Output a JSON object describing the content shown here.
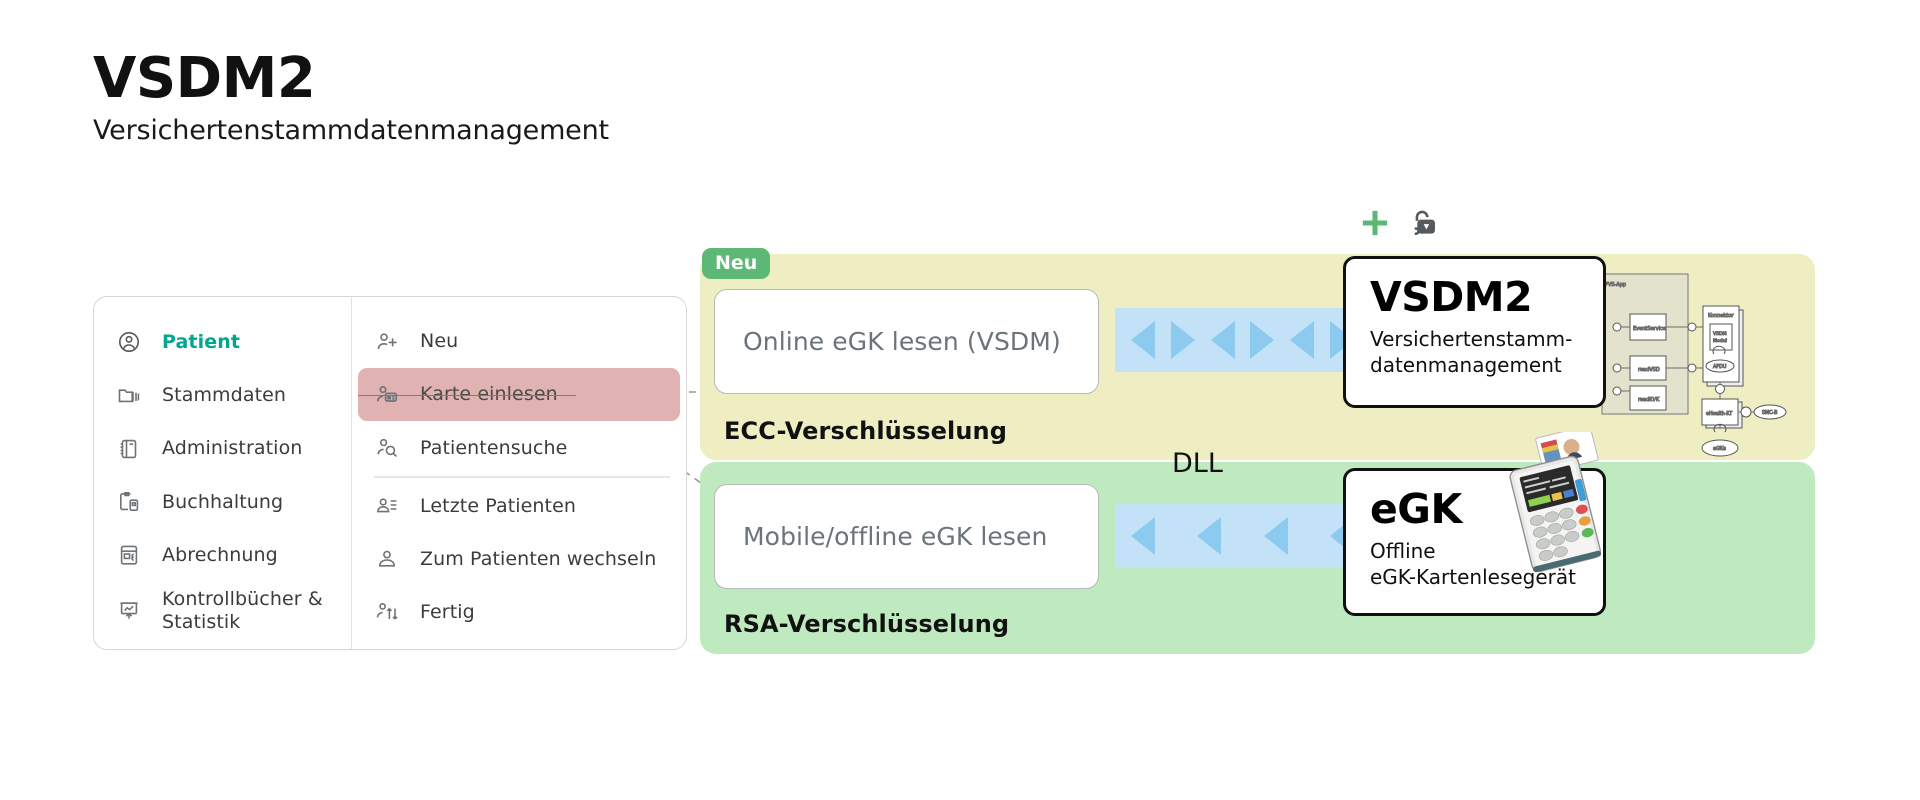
{
  "header": {
    "title": "VSDM2",
    "subtitle": "Versichertenstammdatenmanagement"
  },
  "menu": {
    "left_column": [
      {
        "label": "Patient",
        "icon": "user-circle-icon",
        "active": true
      },
      {
        "label": "Stammdaten",
        "icon": "folders-icon",
        "active": false
      },
      {
        "label": "Administration",
        "icon": "notebook-icon",
        "active": false
      },
      {
        "label": "Buchhaltung",
        "icon": "clipboard-card-icon",
        "active": false
      },
      {
        "label": "Abrechnung",
        "icon": "receipt-calculator-icon",
        "active": false
      },
      {
        "label": "Kontrollbücher & Statistik",
        "icon": "presentation-chart-icon",
        "active": false
      }
    ],
    "right_column": [
      {
        "label": "Neu",
        "icon": "user-plus-icon",
        "highlighted": false,
        "strikethrough": false
      },
      {
        "label": "Karte einlesen",
        "icon": "user-card-icon",
        "highlighted": true,
        "strikethrough": true
      },
      {
        "label": "Patientensuche",
        "icon": "user-search-icon",
        "highlighted": false,
        "strikethrough": false
      },
      {
        "label": "Letzte Patienten",
        "icon": "user-list-icon",
        "highlighted": false,
        "strikethrough": false
      },
      {
        "label": "Zum Patienten wechseln",
        "icon": "user-icon",
        "highlighted": false,
        "strikethrough": false
      },
      {
        "label": "Fertig",
        "icon": "user-arrows-icon",
        "highlighted": false,
        "strikethrough": false
      }
    ]
  },
  "bands": {
    "top": {
      "badge": "Neu",
      "card_label": "Online eGK lesen (VSDM)",
      "caption": "ECC-Verschlüsselung",
      "color": "#eeeec2",
      "arrows": [
        "left",
        "right",
        "left",
        "right",
        "left",
        "right"
      ]
    },
    "bottom": {
      "card_label": "Mobile/offline eGK lesen",
      "caption": "RSA-Verschlüsselung",
      "color": "#bfe9bf",
      "dll_label": "DLL",
      "arrows": [
        "left",
        "left",
        "left",
        "left"
      ]
    }
  },
  "cards": {
    "vsdm2": {
      "title": "VSDM2",
      "subtitle": "Versichertenstamm-\ndatenmanagement"
    },
    "egk": {
      "title": "eGK",
      "subtitle": "Offline\neGK-Kartenlesegerät"
    }
  },
  "top_icons": [
    {
      "name": "plus-icon",
      "color": "#5cb874"
    },
    {
      "name": "unlocked-padlock-icon",
      "color": "#555a5e"
    }
  ],
  "uml_diagram": {
    "nodes": [
      "PVS-App",
      "EventService",
      "readVSD",
      "readKVK",
      "Konnektor",
      "VSDM Modul",
      "APDU",
      "eHealth-KT",
      "SMC-B",
      "eGKs"
    ]
  },
  "colors": {
    "accent_teal": "#00a68f",
    "badge_green": "#5cb874",
    "highlight_rose": "#e0b2b2",
    "band_yellow": "#eeeec2",
    "band_green": "#bfe9bf",
    "arrow_blue": "#8dcaf0",
    "arrow_strip_blue": "#c3e1f7"
  }
}
